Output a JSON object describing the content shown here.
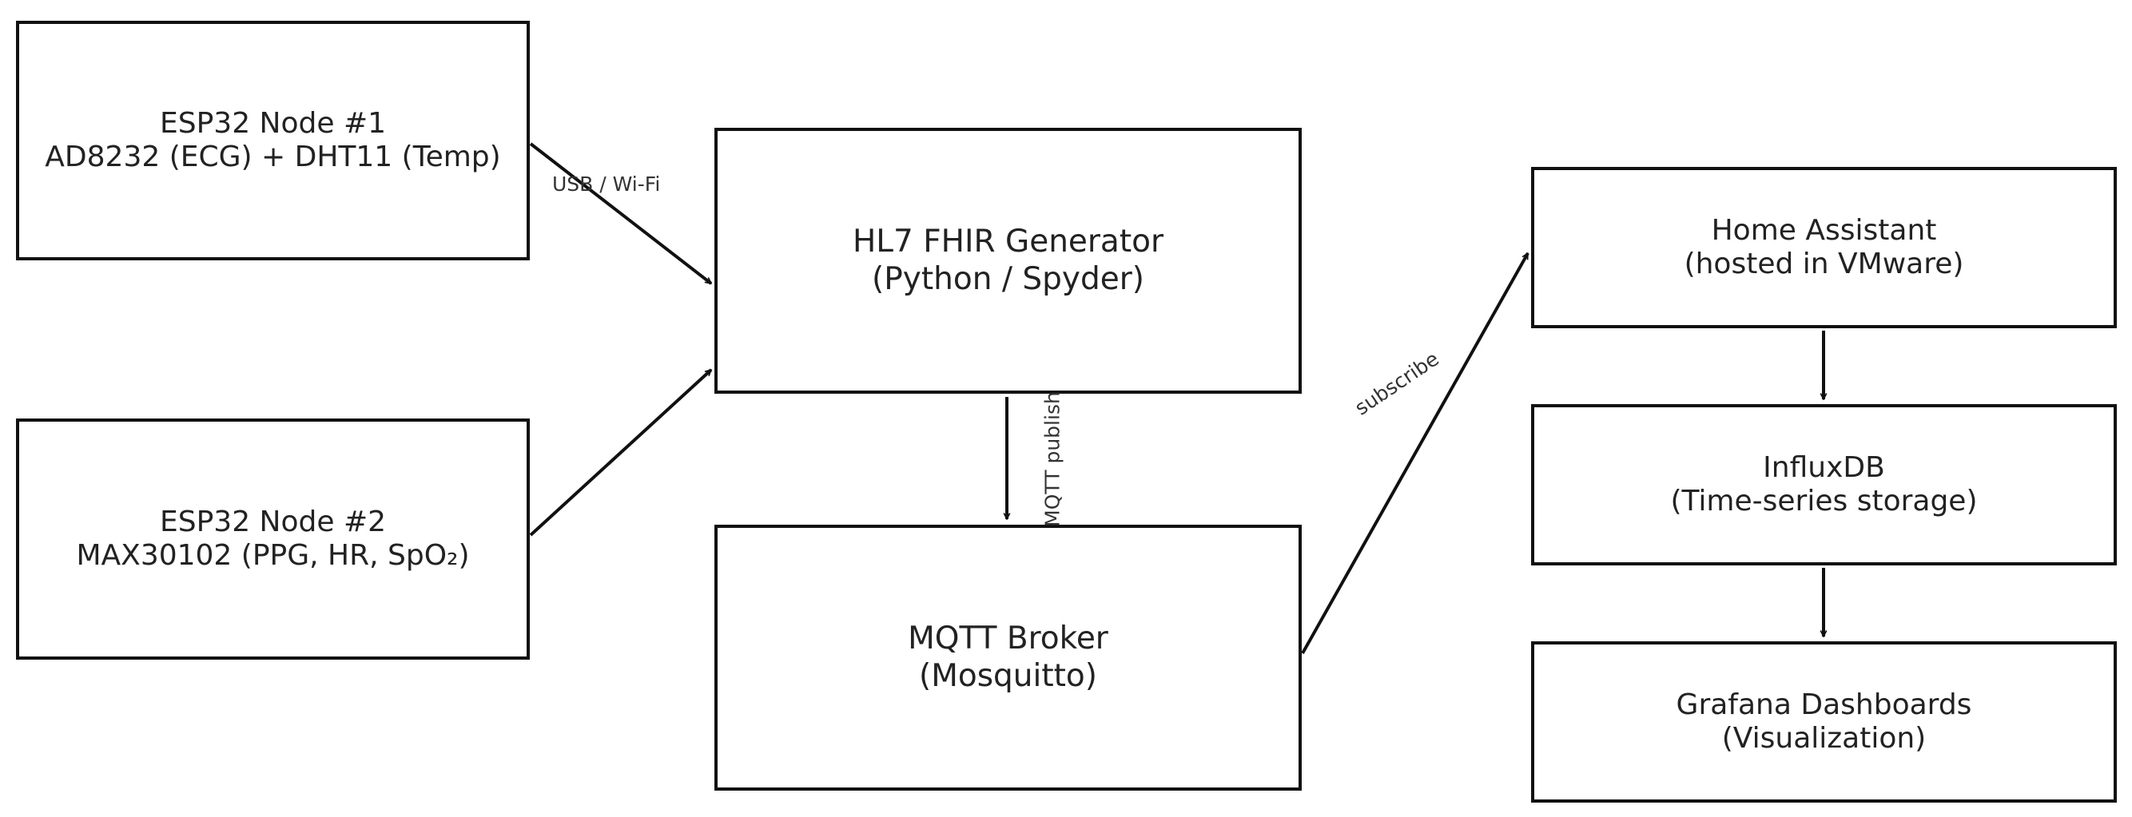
{
  "nodes": {
    "esp32_node_1": {
      "line1": "ESP32 Node #1",
      "line2": "AD8232 (ECG) + DHT11 (Temp)"
    },
    "esp32_node_2": {
      "line1": "ESP32 Node #2",
      "line2": "MAX30102 (PPG, HR, SpO₂)"
    },
    "fhir_generator": {
      "line1": "HL7 FHIR Generator",
      "line2": "(Python / Spyder)"
    },
    "mqtt_broker": {
      "line1": "MQTT Broker",
      "line2": "(Mosquitto)"
    },
    "home_assistant": {
      "line1": "Home Assistant",
      "line2": "(hosted in VMware)"
    },
    "influxdb": {
      "line1": "InfluxDB",
      "line2": "(Time-series storage)"
    },
    "grafana": {
      "line1": "Grafana Dashboards",
      "line2": "(Visualization)"
    }
  },
  "edges": {
    "usb_wifi_label": "USB / Wi-Fi",
    "mqtt_publish_label": "MQTT publish",
    "subscribe_label": "subscribe"
  },
  "colors": {
    "stroke": "#111111",
    "text": "#222222",
    "background": "#ffffff"
  }
}
